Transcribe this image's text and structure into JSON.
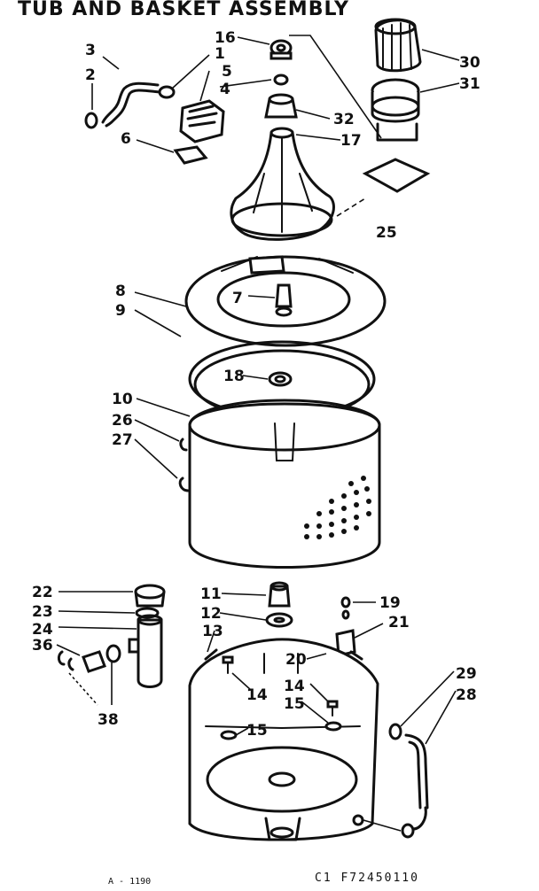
{
  "title": "TUB AND BASKET ASSEMBLY",
  "footer": {
    "left_code": "A - 1190",
    "right_code": "C1   F72450110"
  },
  "callouts": {
    "c1": "1",
    "c2": "2",
    "c3": "3",
    "c4": "4",
    "c5": "5",
    "c6": "6",
    "c7": "7",
    "c8": "8",
    "c9": "9",
    "c10": "10",
    "c11": "11",
    "c12": "12",
    "c13": "13",
    "c14a": "14",
    "c14b": "14",
    "c15a": "15",
    "c15b": "15",
    "c16": "16",
    "c17": "17",
    "c18": "18",
    "c19": "19",
    "c20": "20",
    "c21": "21",
    "c22": "22",
    "c23": "23",
    "c24": "24",
    "c25": "25",
    "c26": "26",
    "c27": "27",
    "c28": "28",
    "c29": "29",
    "c30": "30",
    "c31": "31",
    "c32": "32",
    "c36": "36",
    "c38": "38"
  }
}
